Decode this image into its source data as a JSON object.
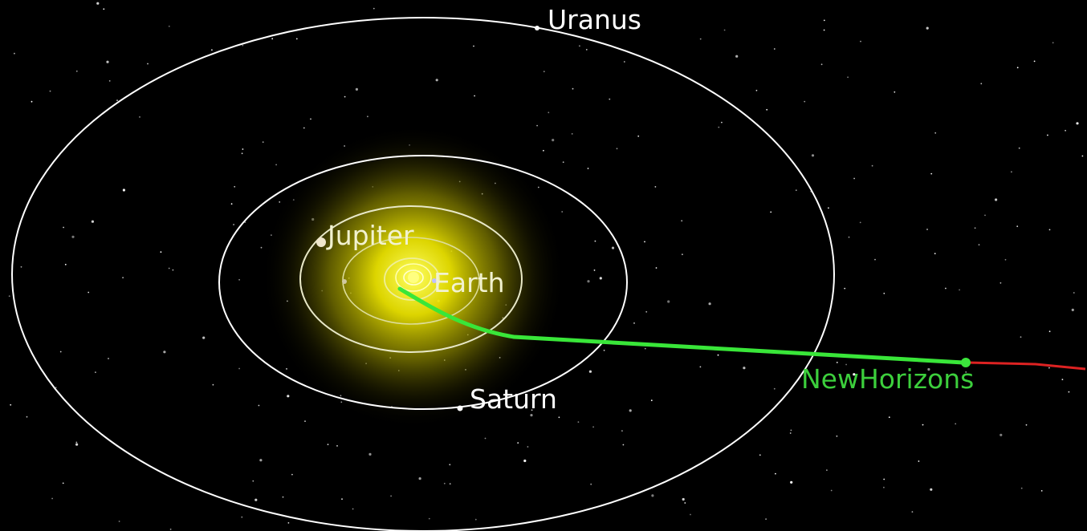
{
  "colors": {
    "background": "#000000",
    "orbit": "#ffffff",
    "sun": "#ffff40",
    "trajectory_past": "#39e639",
    "trajectory_future": "#dd2222",
    "probe_label": "#3ccf3c"
  },
  "labels": {
    "uranus": "Uranus",
    "jupiter": "Jupiter",
    "earth": "Earth",
    "saturn": "Saturn",
    "probe": "NewHorizons"
  }
}
